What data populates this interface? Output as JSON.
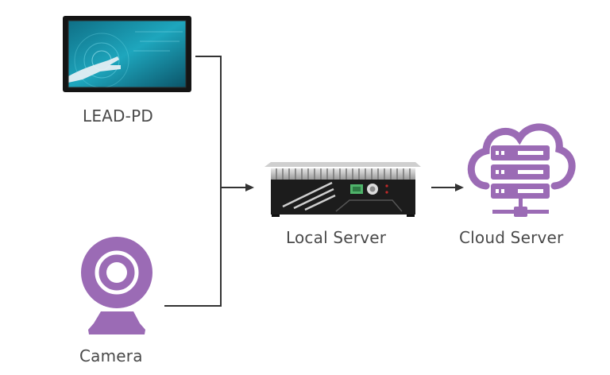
{
  "nodes": {
    "lead_pd": {
      "label": "LEAD-PD"
    },
    "camera": {
      "label": "Camera"
    },
    "local_server": {
      "label": "Local Server"
    },
    "cloud_server": {
      "label": "Cloud Server"
    }
  },
  "edges": [
    {
      "from": "LEAD-PD",
      "to": "Local Server"
    },
    {
      "from": "Camera",
      "to": "Local Server"
    },
    {
      "from": "Local Server",
      "to": "Cloud Server"
    }
  ],
  "colors": {
    "accent": "#9b6bb5",
    "line": "#333333",
    "text": "#4a4a4a",
    "device": "#1c1c1c"
  }
}
